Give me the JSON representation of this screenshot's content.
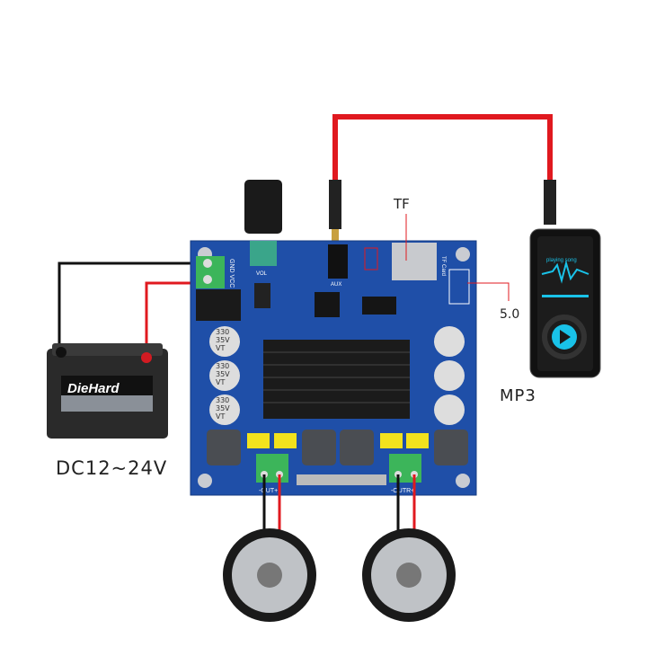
{
  "labels": {
    "tf": "TF",
    "bt": "5.0",
    "mp3": "MP3",
    "power": "DC12~24V"
  },
  "battery": {
    "brand": "DieHard"
  },
  "board": {
    "power_terminal": "GND VCC",
    "volume": "VOL",
    "aux": "AUX",
    "tf_card": "TF Card",
    "out_left": "-OUT+",
    "out_right": "-OUTR+",
    "cap_value": "330",
    "cap_voltage": "35V",
    "cap_series": "VT"
  },
  "player": {
    "screen_title": "playing song"
  },
  "colors": {
    "board": "#1f4fa8",
    "wire_red": "#e0191f",
    "wire_black": "#111111",
    "terminal": "#3cb55a",
    "accent": "#19c2e8"
  }
}
